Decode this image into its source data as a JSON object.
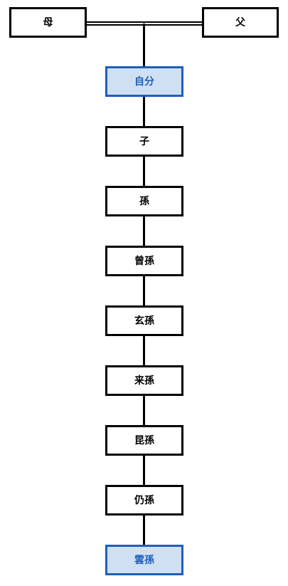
{
  "diagram": {
    "parents": {
      "mother": "母",
      "father": "父"
    },
    "lineage": [
      {
        "label": "自分",
        "highlight": true
      },
      {
        "label": "子",
        "highlight": false
      },
      {
        "label": "孫",
        "highlight": false
      },
      {
        "label": "曾孫",
        "highlight": false
      },
      {
        "label": "玄孫",
        "highlight": false
      },
      {
        "label": "来孫",
        "highlight": false
      },
      {
        "label": "昆孫",
        "highlight": false
      },
      {
        "label": "仍孫",
        "highlight": false
      },
      {
        "label": "雲孫",
        "highlight": true
      }
    ]
  },
  "colors": {
    "highlight_fill": "#cfe0f3",
    "highlight_border": "#1f5fb8",
    "line": "#000000"
  }
}
